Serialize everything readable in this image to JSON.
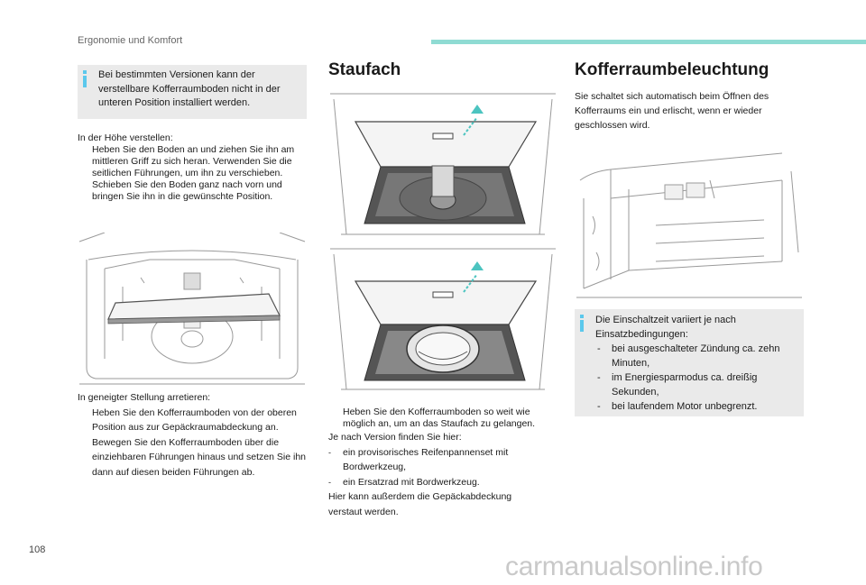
{
  "header": {
    "section": "Ergonomie und Komfort",
    "page_number": "108"
  },
  "col1": {
    "note": "Bei bestimmten Versionen kann der verstellbare Kofferraumboden nicht in der unteren Position installiert werden.",
    "height_intro": "In der Höhe verstellen:",
    "height_steps": [
      "Heben Sie den Boden an und ziehen Sie ihn am mittleren Griff zu sich heran. Verwenden Sie die seitlichen Führungen, um ihn zu verschieben.",
      "Schieben Sie den Boden ganz nach vorn und bringen Sie ihn in die gewünschte Position."
    ],
    "tilt_intro": "In geneigter Stellung arretieren:",
    "tilt_steps": [
      "Heben Sie den Kofferraumboden von der oberen Position aus zur Gepäckraumabdeckung an.",
      "Bewegen Sie den Kofferraumboden über die einziehbaren Führungen hinaus und setzen Sie ihn dann auf diesen beiden Führungen ab."
    ]
  },
  "col2": {
    "title": "Staufach",
    "step": "Heben Sie den Kofferraumboden so weit wie möglich an, um an das Staufach zu gelangen.",
    "version_intro": "Je nach Version finden Sie hier:",
    "version_items": [
      "ein provisorisches Reifenpannenset mit Bordwerkzeug,",
      "ein Ersatzrad mit Bordwerkzeug."
    ],
    "closing": "Hier kann außerdem die Gepäckabdeckung verstaut werden."
  },
  "col3": {
    "title": "Kofferraumbeleuchtung",
    "intro": "Sie schaltet sich automatisch beim Öffnen des Kofferraums ein und erlischt, wenn er wieder geschlossen wird.",
    "note_intro": "Die Einschaltzeit variiert je nach Einsatzbedingungen:",
    "note_items": [
      "bei ausgeschalteter Zündung ca. zehn Minuten,",
      "im Energiesparmodus ca. dreißig Sekunden,",
      "bei laufendem Motor unbegrenzt."
    ]
  },
  "symbols": {
    "bullet": "",
    "dash": "-"
  },
  "watermark": "carmanualsonline.info",
  "colors": {
    "accent": "#5bc8ec",
    "header_bar": "#8fdbd3",
    "note_bg": "#eaeaea",
    "arrow": "#4cc4c0"
  }
}
